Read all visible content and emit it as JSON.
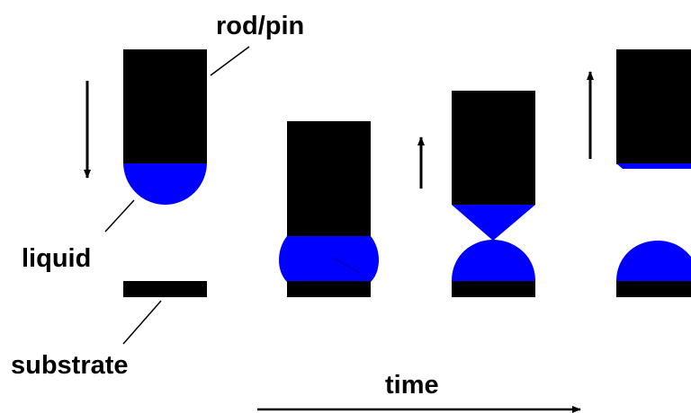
{
  "labels": {
    "rod": "rod/pin",
    "liquid": "liquid",
    "substrate": "substrate",
    "time": "time"
  },
  "colors": {
    "solid": "#000000",
    "liquid": "#0000ff",
    "background": "#ffffff"
  },
  "stages": [
    {
      "step": 1,
      "rod_motion": "down",
      "state": "droplet hanging from rod tip"
    },
    {
      "step": 2,
      "rod_motion": "none",
      "state": "liquid contacts substrate"
    },
    {
      "step": 3,
      "rod_motion": "up",
      "state": "liquid bridge necking"
    },
    {
      "step": 4,
      "rod_motion": "up",
      "state": "droplet deposited on substrate"
    }
  ]
}
